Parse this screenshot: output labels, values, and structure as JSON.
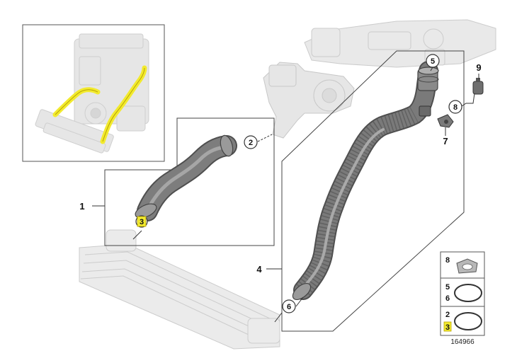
{
  "colors": {
    "hose": "#7a7a7a",
    "hose_dark": "#4f4f4f",
    "hose_light": "#a9a9a9",
    "ghost": "#e2e2e2",
    "ghost_stroke": "#c8c8c8",
    "highlight": "#f2ea2e",
    "line": "#333333"
  },
  "diagram_code": "164966",
  "callouts": [
    {
      "id": "part-1",
      "label": "1"
    },
    {
      "id": "part-2",
      "label": "2"
    },
    {
      "id": "part-3",
      "label": "3"
    },
    {
      "id": "part-4",
      "label": "4"
    },
    {
      "id": "part-5",
      "label": "5"
    },
    {
      "id": "part-6",
      "label": "6"
    },
    {
      "id": "part-7",
      "label": "7"
    },
    {
      "id": "part-8",
      "label": "8"
    },
    {
      "id": "part-9",
      "label": "9"
    }
  ],
  "legend": [
    {
      "labels": [
        "8"
      ]
    },
    {
      "labels": [
        "5",
        "6"
      ]
    },
    {
      "labels": [
        "2",
        "3"
      ]
    }
  ]
}
